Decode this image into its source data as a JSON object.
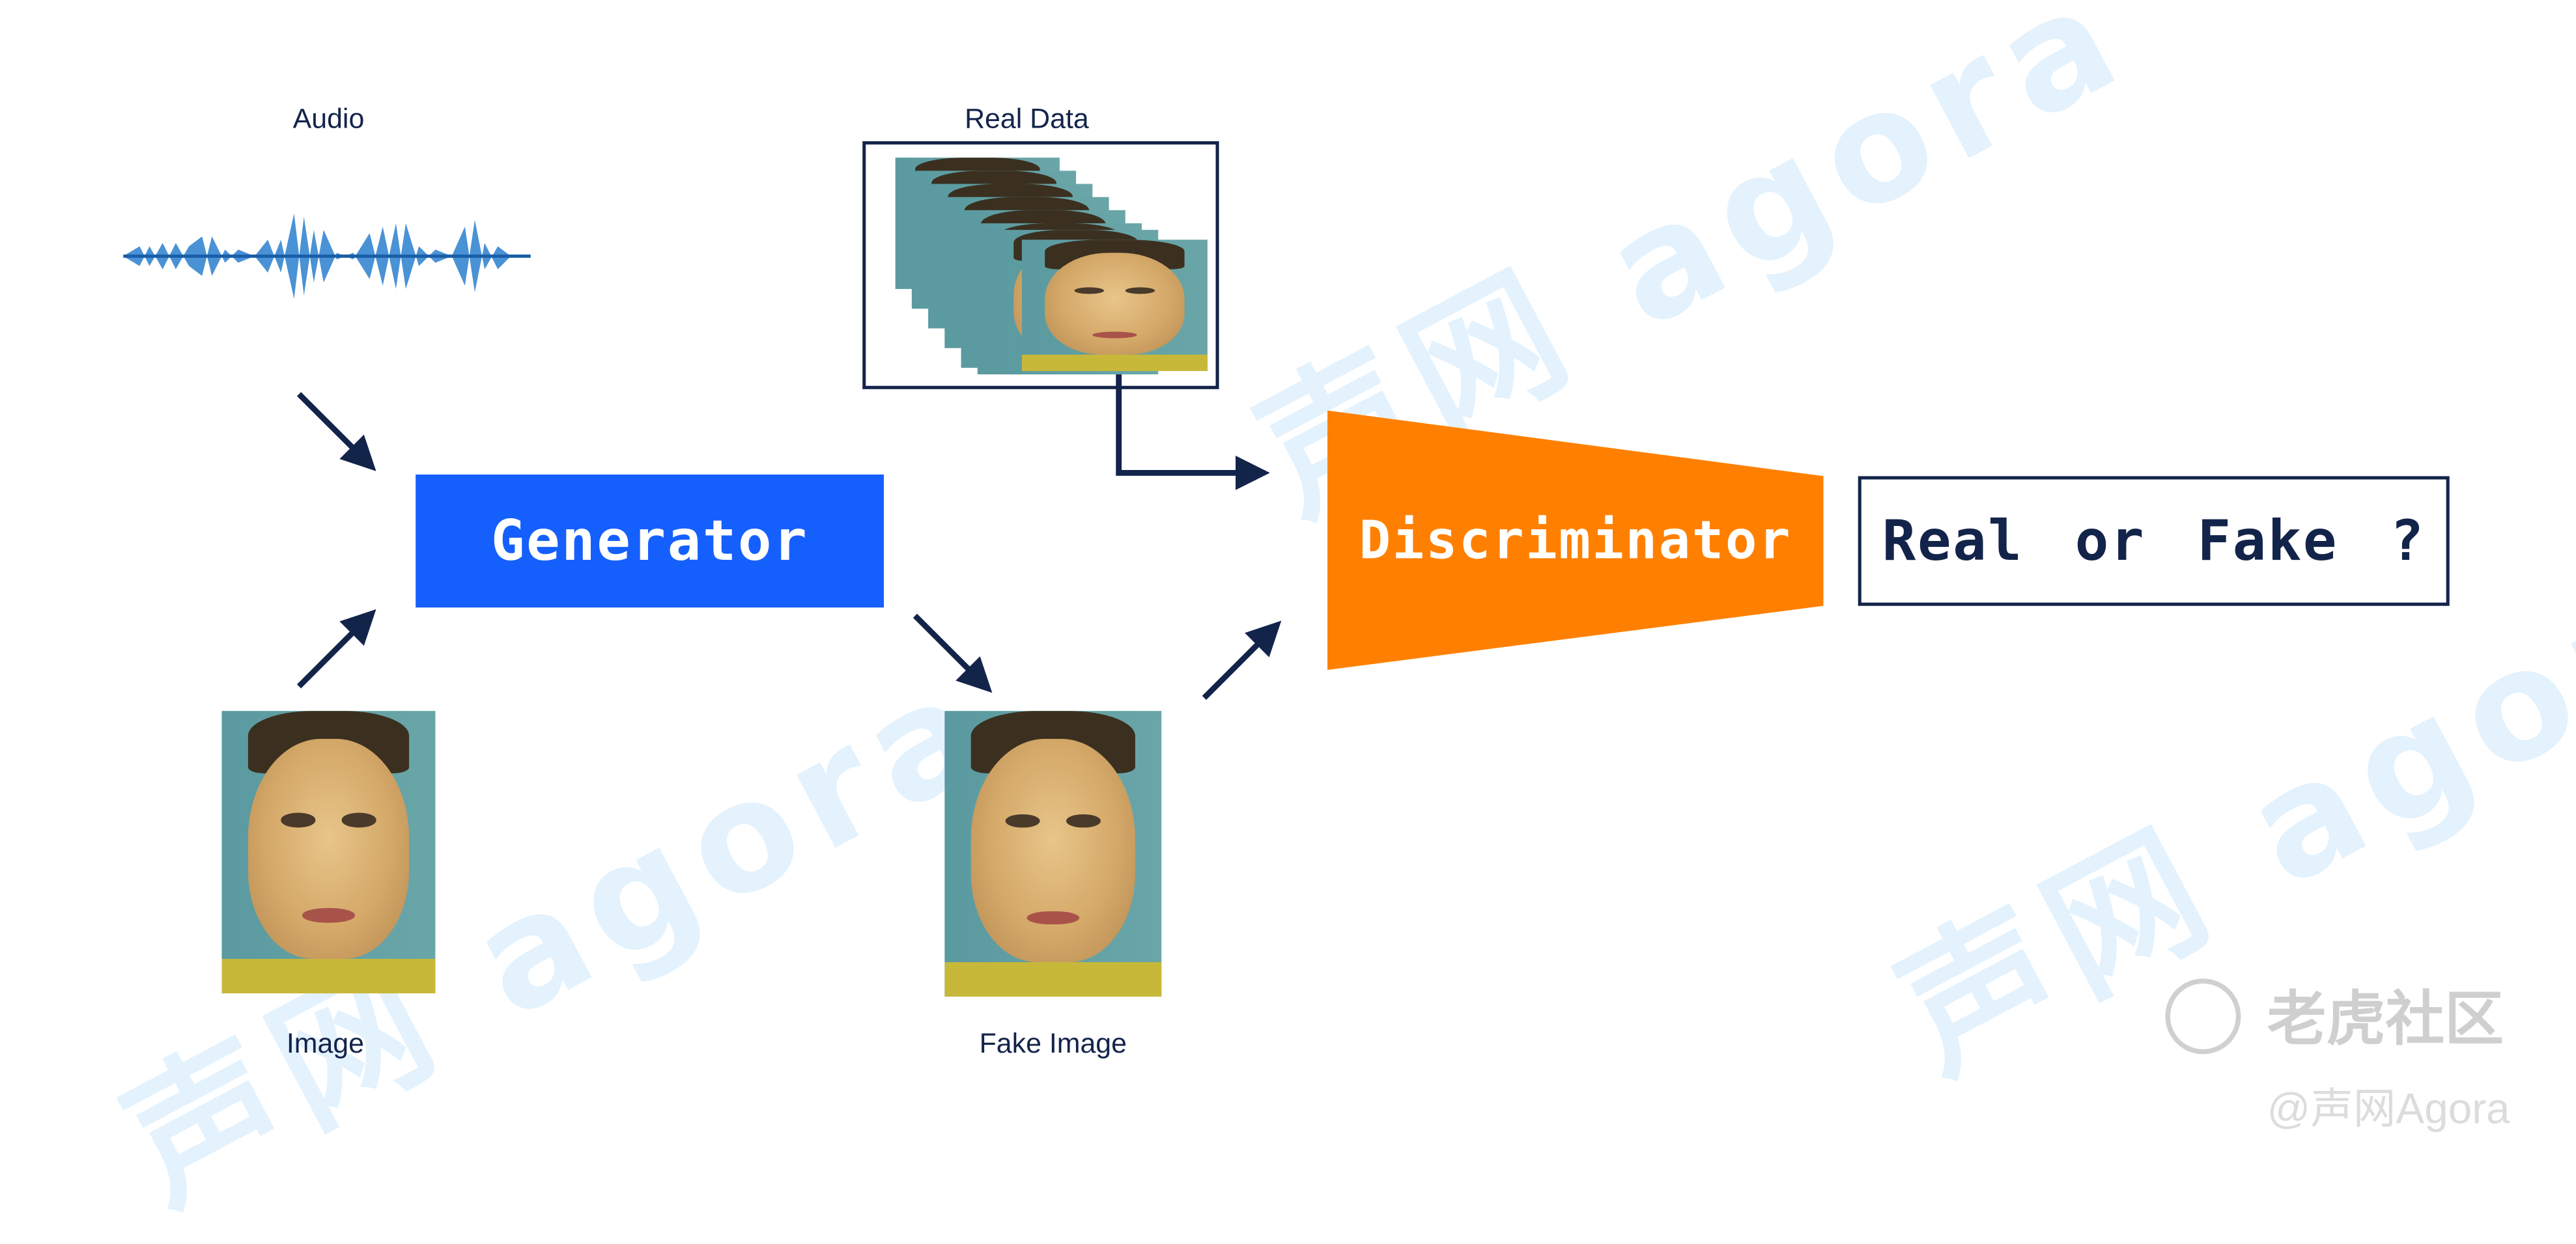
{
  "labels": {
    "audio": "Audio",
    "real_data": "Real Data",
    "image": "Image",
    "fake_image": "Fake Image"
  },
  "blocks": {
    "generator": "Generator",
    "discriminator": "Discriminator",
    "output": "Real or Fake ?"
  },
  "watermarks": {
    "main": "声网 agora",
    "community": "老虎社区",
    "handle": "@声网Agora"
  },
  "colors": {
    "generator": "#1560fd",
    "discriminator": "#ff8000",
    "navy": "#13244a",
    "watermark": "#e3f2fd"
  }
}
